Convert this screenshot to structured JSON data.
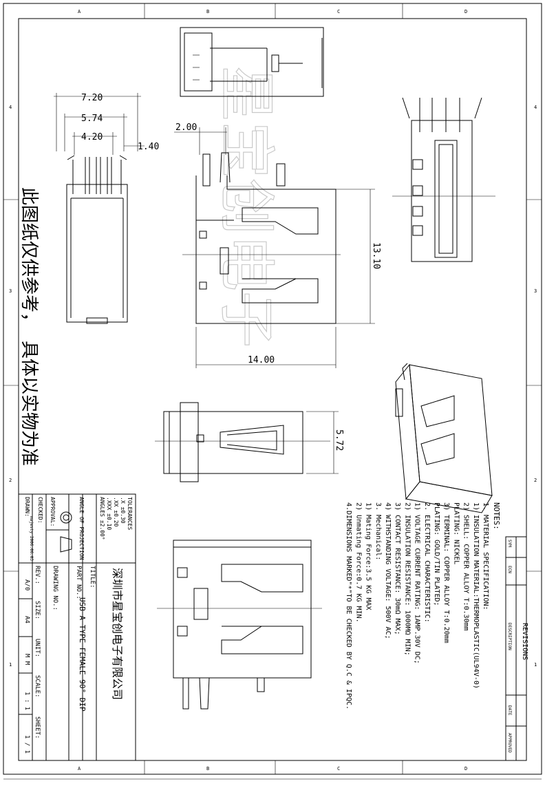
{
  "border": {
    "cols_top": [
      "A",
      "B",
      "C",
      "D"
    ],
    "cols_bottom": [
      "A",
      "B",
      "C",
      "D"
    ],
    "rows_left": [
      "4",
      "3",
      "2",
      "1"
    ]
  },
  "watermark": "星宝创电子",
  "side_note_1": "此图纸仅供参考，",
  "side_note_2": "具体以实物为准",
  "dimensions": {
    "front_width": "7.20",
    "pin_span": "5.74",
    "pin_pitch": "4.20",
    "pin_offset": "1.40",
    "side_pin": "2.00",
    "height": "13.10",
    "length": "14.00",
    "bottom_width": "5.72"
  },
  "title_block": {
    "company": "深圳市星宝创电子有限公司",
    "title_label": "TITLE:",
    "title": "USB A TYPE FEMALE 90° DIP",
    "part_no_label": "PART NO.:",
    "drawing_no_label": "DRAWING NO.:",
    "rev_label": "REV.:",
    "rev_value": "A/0",
    "size_label": "SIZE:",
    "size_value": "A4",
    "unit_label": "UNIT:",
    "unit_value": "M M",
    "scale_label": "SCALE:",
    "scale_value": "1 : 1",
    "sheet_label": "SHEET:",
    "sheet_value": "1 / 1",
    "tolerances_label": "TOLERANCES",
    "tol_x": ".X    ±0.30",
    "tol_xx": ".XX   ±0.20",
    "tol_xxx": ".XXX  ±0.10",
    "tol_angles": "ANGLES  ±2.00°",
    "projection_label": "ANGLE OF PROJECTION",
    "approval_label": "APPROVAL:",
    "checked_label": "CHECKED:",
    "drawn_label": "DRAWN:",
    "drawn_value": "majesty 2006.06.03"
  },
  "revisions": {
    "title": "REVISIONS",
    "headers": [
      "SYM",
      "ECN",
      "DESCRIPTION",
      "DATE",
      "APPROVED"
    ]
  },
  "notes": {
    "title": "NOTES:",
    "lines": [
      "1. MATERIAL SPECIFICATION:",
      "1) INSULATION MATERIAL:THERMOPLASTIC(UL94V-0)",
      "2) SHELL: COPPER ALLOY T:0.30mm",
      "   PLATING: NICKEL",
      "3) TERMINAL: COPPER ALLOY T:0.20mm",
      "   PLATING: GOLD/TIN PLATED;",
      "2. ELECTRICAL CHARACTERISTIC:",
      "1) VOLTAGE CURRENT RATING: 1AMP.30V DC;",
      "2) INSULATION RESISTANCE: 1000MΩ MIN;",
      "3) CONTACT RESISTANCE: 30mΩ MAX;",
      "4) WITHSTANDING VOLTAGE: 500V AC;",
      "3. Mechanical:",
      "1) Mating Force:3.5 KG MAX",
      "2) Unmating Force:0.7 KG MIN.",
      "4.DIMENSIONS MARKED\"*\"TO BE CHECKED BY Q.C & IPQC."
    ]
  }
}
